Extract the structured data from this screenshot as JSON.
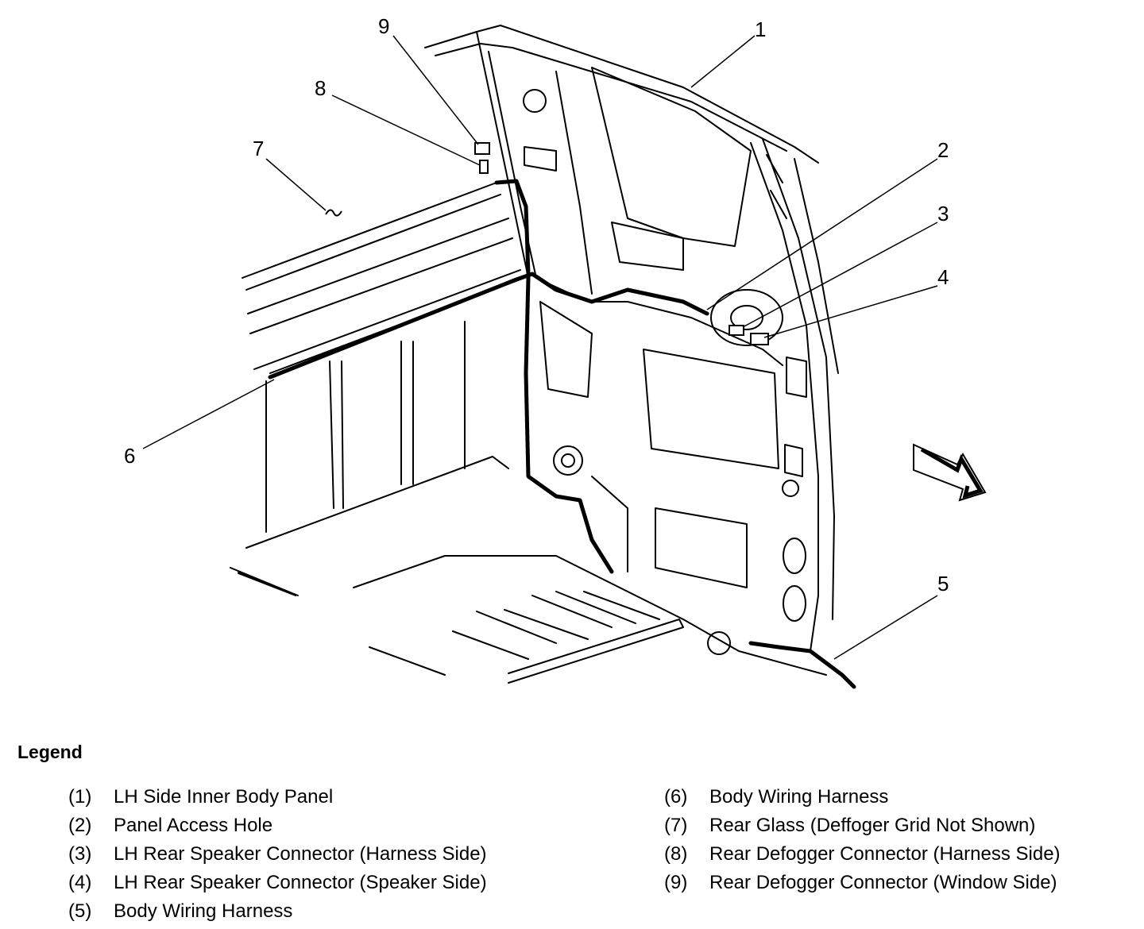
{
  "callouts": [
    "1",
    "2",
    "3",
    "4",
    "5",
    "6",
    "7",
    "8",
    "9"
  ],
  "legend": {
    "title": "Legend",
    "left": [
      {
        "num": "(1)",
        "text": "LH Side Inner Body Panel"
      },
      {
        "num": "(2)",
        "text": "Panel Access Hole"
      },
      {
        "num": "(3)",
        "text": "LH Rear Speaker Connector (Harness Side)"
      },
      {
        "num": "(4)",
        "text": "LH Rear Speaker Connector (Speaker Side)"
      },
      {
        "num": "(5)",
        "text": "Body Wiring Harness"
      }
    ],
    "right": [
      {
        "num": "(6)",
        "text": "Body Wiring Harness"
      },
      {
        "num": "(7)",
        "text": "Rear Glass (Deffoger Grid Not Shown)"
      },
      {
        "num": "(8)",
        "text": "Rear Defogger Connector (Harness Side)"
      },
      {
        "num": "(9)",
        "text": "Rear Defogger Connector (Window Side)"
      }
    ]
  },
  "icons": {
    "direction_arrow": "forward-direction-arrow-icon"
  }
}
